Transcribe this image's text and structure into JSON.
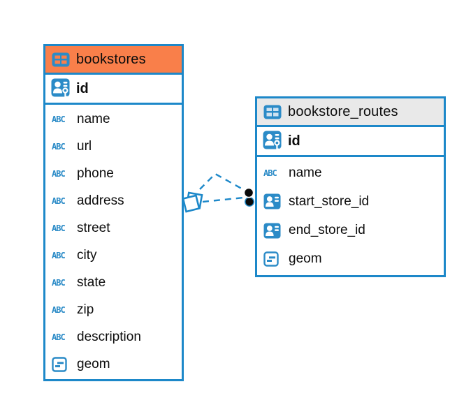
{
  "app": {
    "view": "database-er-diagram"
  },
  "colors": {
    "accent_blue": "#1d88c9",
    "icon_blue": "#2b8bc7",
    "bookstores_header_bg": "#f97f4a",
    "routes_header_bg": "#e9e9e9",
    "text": "#0d0d0d",
    "canvas_bg": "#ffffff"
  },
  "icons": {
    "text_type_glyph": "ABC"
  },
  "tables": [
    {
      "title": "bookstores",
      "primary_key": {
        "name": "id",
        "icon": "primary-key-icon"
      },
      "fields": [
        {
          "name": "name",
          "type_icon": "text-type-icon"
        },
        {
          "name": "url",
          "type_icon": "text-type-icon"
        },
        {
          "name": "phone",
          "type_icon": "text-type-icon"
        },
        {
          "name": "address",
          "type_icon": "text-type-icon"
        },
        {
          "name": "street",
          "type_icon": "text-type-icon"
        },
        {
          "name": "city",
          "type_icon": "text-type-icon"
        },
        {
          "name": "state",
          "type_icon": "text-type-icon"
        },
        {
          "name": "zip",
          "type_icon": "text-type-icon"
        },
        {
          "name": "description",
          "type_icon": "text-type-icon"
        },
        {
          "name": "geom",
          "type_icon": "geometry-type-icon"
        }
      ]
    },
    {
      "title": "bookstore_routes",
      "primary_key": {
        "name": "id",
        "icon": "primary-key-icon"
      },
      "fields": [
        {
          "name": "name",
          "type_icon": "text-type-icon"
        },
        {
          "name": "start_store_id",
          "type_icon": "reference-type-icon"
        },
        {
          "name": "end_store_id",
          "type_icon": "reference-type-icon"
        },
        {
          "name": "geom",
          "type_icon": "geometry-type-icon"
        }
      ]
    }
  ],
  "relationship": {
    "from_table": "bookstores",
    "to_table": "bookstore_routes",
    "line_style": "dashed",
    "line_color": "#1d88c9",
    "source_marker": "stacked-squares",
    "target_marker": "double-dot"
  }
}
